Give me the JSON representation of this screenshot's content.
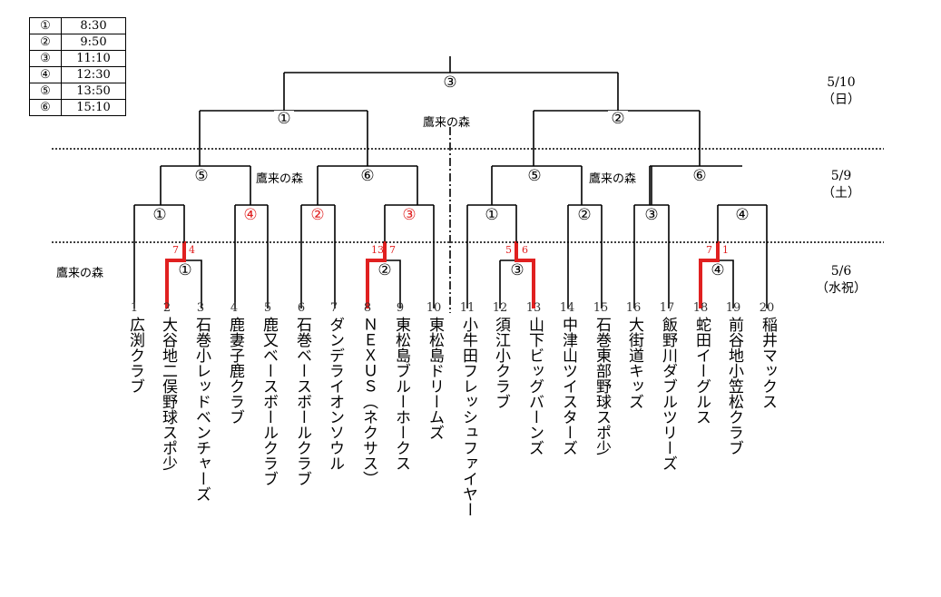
{
  "schedule": [
    {
      "num": "①",
      "time": "8:30"
    },
    {
      "num": "②",
      "time": "9:50"
    },
    {
      "num": "③",
      "time": "11:10"
    },
    {
      "num": "④",
      "time": "12:30"
    },
    {
      "num": "⑤",
      "time": "13:50"
    },
    {
      "num": "⑥",
      "time": "15:10"
    }
  ],
  "dates": {
    "d510": {
      "date": "5/10",
      "day": "（日）"
    },
    "d59": {
      "date": "5/9",
      "day": "（土）"
    },
    "d56": {
      "date": "5/6",
      "day": "（水祝）"
    }
  },
  "venue": "鷹来の森",
  "teams": [
    {
      "no": "1",
      "name": "広渕クラブ"
    },
    {
      "no": "2",
      "name": "大谷地二俣野球スポ少"
    },
    {
      "no": "3",
      "name": "石巻小レッドベンチャーズ"
    },
    {
      "no": "4",
      "name": "鹿妻子鹿クラブ"
    },
    {
      "no": "5",
      "name": "鹿又ベースボールクラブ"
    },
    {
      "no": "6",
      "name": "石巻ベースボールクラブ"
    },
    {
      "no": "7",
      "name": "ダンデライオンソウル"
    },
    {
      "no": "8",
      "name": "ＮＥＸＵＳ（ネクサス）"
    },
    {
      "no": "9",
      "name": "東松島ブルーホークス"
    },
    {
      "no": "10",
      "name": "東松島ドリームズ"
    },
    {
      "no": "11",
      "name": "小牛田フレッシュファイヤー"
    },
    {
      "no": "12",
      "name": "須江小クラブ"
    },
    {
      "no": "13",
      "name": "山下ビッグバーンズ"
    },
    {
      "no": "14",
      "name": "中津山ツイスターズ"
    },
    {
      "no": "15",
      "name": "石巻東部野球スポ少"
    },
    {
      "no": "16",
      "name": "大街道キッズ"
    },
    {
      "no": "17",
      "name": "飯野川ダブルツリーズ"
    },
    {
      "no": "18",
      "name": "蛇田イーグルス"
    },
    {
      "no": "19",
      "name": "前谷地小笠松クラブ"
    },
    {
      "no": "20",
      "name": "稲井マックス"
    }
  ],
  "matches": {
    "r1_left": "①",
    "r1_right": "②",
    "r1_a": "③",
    "r1_b": "④",
    "r2_l1": "①",
    "r2_l2": "④",
    "r2_l3": "②",
    "r2_l4": "③",
    "r2_r1": "①",
    "r2_r2": "②",
    "r2_r3": "③",
    "r2_r4": "④",
    "r3_l1": "⑤",
    "r3_l2": "⑥",
    "r3_r1": "⑤",
    "r3_r2": "⑥",
    "r4_l": "①",
    "r4_r": "②",
    "final": "③"
  },
  "scores": {
    "m1_a": "7",
    "m1_b": "4",
    "m2_a": "13",
    "m2_b": "7",
    "m3_a": "5",
    "m3_b": "6",
    "m4_a": "7",
    "m4_b": "1"
  },
  "colors": {
    "winner_line": "#e02020",
    "red_number": "#e02020",
    "line": "#000000"
  }
}
